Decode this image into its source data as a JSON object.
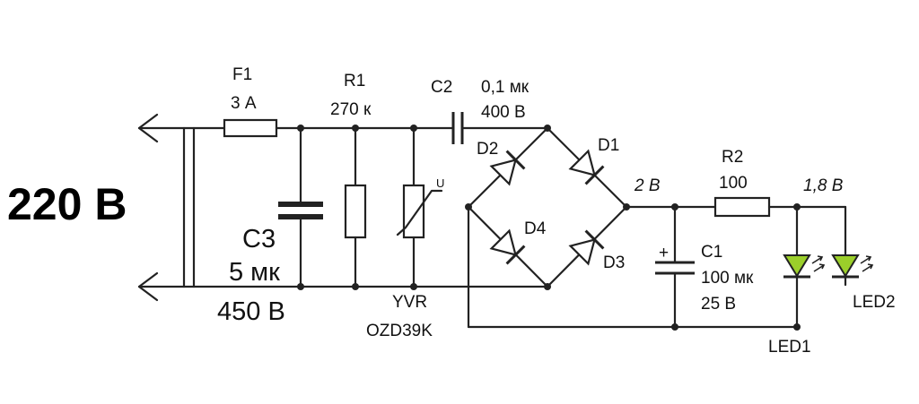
{
  "input_voltage": "220 В",
  "colors": {
    "led_fill": "#9bcf2a",
    "wire": "#222222"
  },
  "components": {
    "F1": {
      "name": "F1",
      "value": "3 А"
    },
    "R1": {
      "name": "R1",
      "value": "270 к"
    },
    "C2": {
      "name": "C2",
      "value": "0,1 мк",
      "voltage": "400 В"
    },
    "C3": {
      "name": "C3",
      "value": "5 мк",
      "voltage": "450 В"
    },
    "varistor": {
      "name": "YVR",
      "part": "OZD39K",
      "symbol_label": "U"
    },
    "D1": {
      "name": "D1"
    },
    "D2": {
      "name": "D2"
    },
    "D3": {
      "name": "D3"
    },
    "D4": {
      "name": "D4"
    },
    "R2": {
      "name": "R2",
      "value": "100"
    },
    "C1": {
      "name": "C1",
      "value": "100 мк",
      "voltage": "25 В",
      "polarity": "+"
    },
    "LED1": {
      "name": "LED1"
    },
    "LED2": {
      "name": "LED2"
    }
  },
  "nodes": {
    "bridge_output": "2 В",
    "led_voltage": "1,8 В"
  }
}
